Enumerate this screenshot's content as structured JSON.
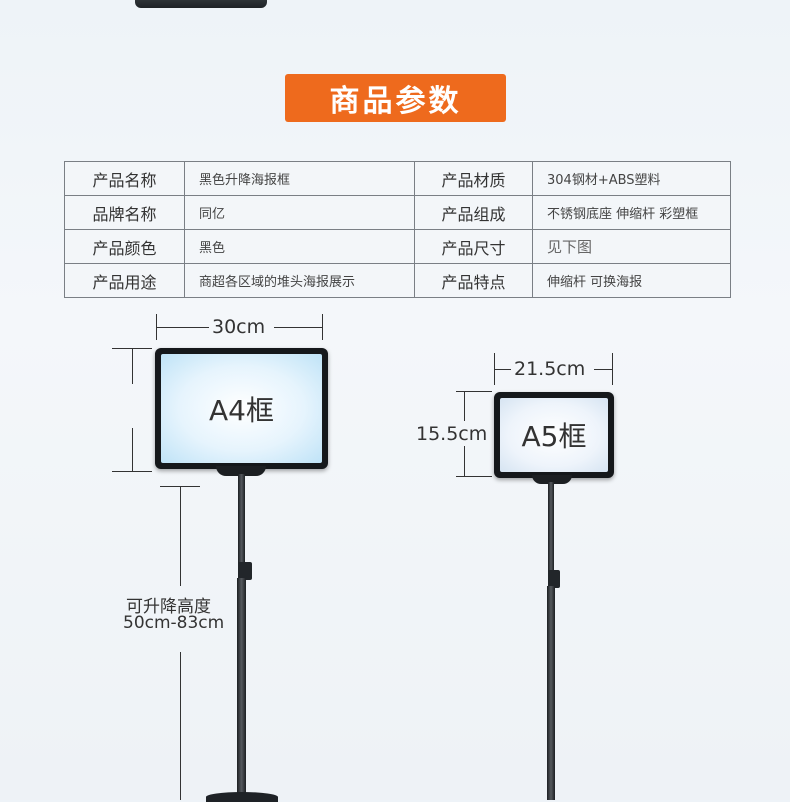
{
  "banner": {
    "title": "商品参数"
  },
  "specs": [
    {
      "label": "产品名称",
      "value": "黑色升降海报框",
      "label2": "产品材质",
      "value2": "304钢材+ABS塑料"
    },
    {
      "label": "品牌名称",
      "value": "同亿",
      "label2": "产品组成",
      "value2": "不锈钢底座 伸缩杆 彩塑框"
    },
    {
      "label": "产品颜色",
      "value": "黑色",
      "label2": "产品尺寸",
      "value2": "见下图"
    },
    {
      "label": "产品用途",
      "value": "商超各区域的堆头海报展示",
      "label2": "产品特点",
      "value2": "伸缩杆 可换海报"
    }
  ],
  "a4": {
    "width_label": "30cm",
    "screen_label": "A4框"
  },
  "a5": {
    "width_label": "21.5cm",
    "height_label": "15.5cm",
    "screen_label": "A5框"
  },
  "height_range": {
    "line1": "可升降高度",
    "line2": "50cm-83cm"
  },
  "colors": {
    "banner": "#ee6a1d",
    "frame": "#15181b",
    "screen_a4": "#dff0fb",
    "screen_a5": "#eef4fb"
  }
}
